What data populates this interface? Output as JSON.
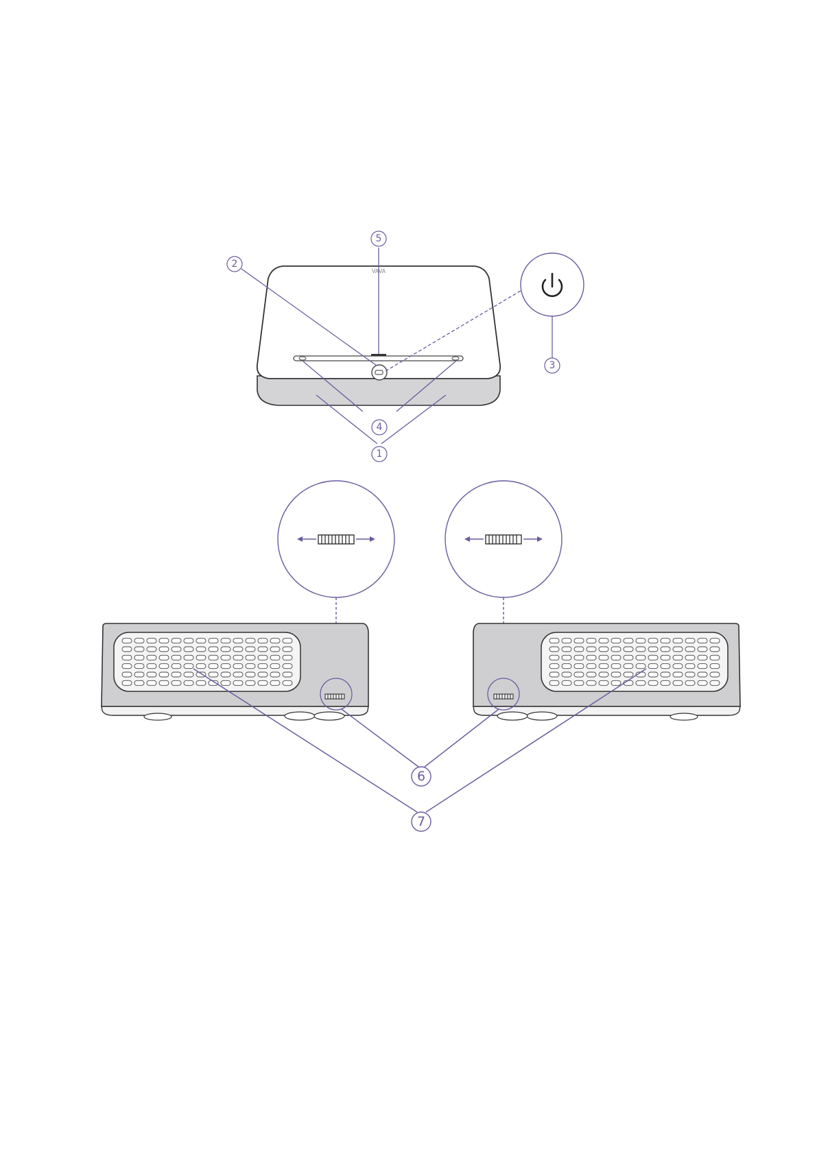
{
  "diagram": {
    "logo_text": "VAVA",
    "callouts": [
      {
        "id": "1",
        "label": "1"
      },
      {
        "id": "2",
        "label": "2"
      },
      {
        "id": "3",
        "label": "3"
      },
      {
        "id": "4",
        "label": "4"
      },
      {
        "id": "5",
        "label": "5"
      },
      {
        "id": "6",
        "label": "6"
      },
      {
        "id": "7",
        "label": "7"
      }
    ],
    "colors": {
      "callout": "#6b5a9e",
      "outline": "#333333",
      "side_fill": "#d4d4d6",
      "body_fill": "#ffffff"
    },
    "icons": [
      "power-icon",
      "focus-wheel-icon",
      "arrow-left-icon",
      "arrow-right-icon"
    ]
  }
}
